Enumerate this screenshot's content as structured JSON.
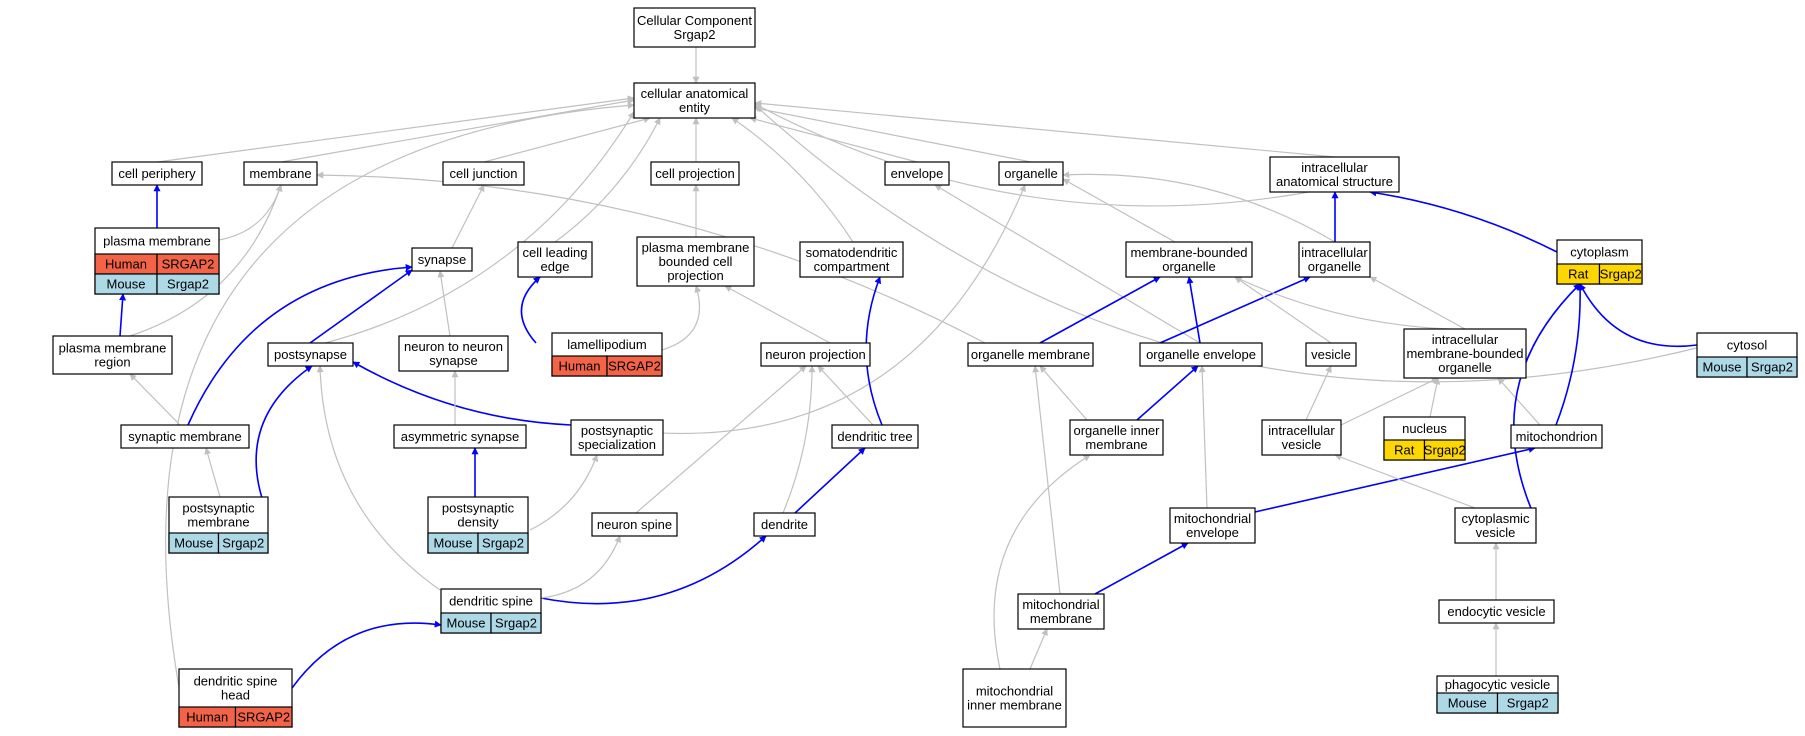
{
  "colors": {
    "human": "#f26348",
    "mouse": "#add8e6",
    "rat": "#ffd700",
    "gray_edge": "#c0c0c0",
    "blue_edge": "#0000ff"
  },
  "nodes": {
    "cc": {
      "lines": [
        "Cellular Component",
        "Srgap2"
      ],
      "tags": []
    },
    "cae": {
      "lines": [
        "cellular anatomical",
        "entity"
      ],
      "tags": []
    },
    "cellper": {
      "lines": [
        "cell periphery"
      ],
      "tags": []
    },
    "membrane": {
      "lines": [
        "membrane"
      ],
      "tags": []
    },
    "celljunc": {
      "lines": [
        "cell junction"
      ],
      "tags": []
    },
    "cellproj": {
      "lines": [
        "cell projection"
      ],
      "tags": []
    },
    "envelope": {
      "lines": [
        "envelope"
      ],
      "tags": []
    },
    "organelle": {
      "lines": [
        "organelle"
      ],
      "tags": []
    },
    "ias": {
      "lines": [
        "intracellular",
        "anatomical structure"
      ],
      "tags": []
    },
    "pm": {
      "lines": [
        "plasma membrane"
      ],
      "tags": [
        [
          "Human",
          "SRGAP2"
        ],
        [
          "Mouse",
          "Srgap2"
        ]
      ]
    },
    "synapse": {
      "lines": [
        "synapse"
      ],
      "tags": []
    },
    "cle": {
      "lines": [
        "cell leading",
        "edge"
      ],
      "tags": []
    },
    "pmbcp": {
      "lines": [
        "plasma membrane",
        "bounded cell",
        "projection"
      ],
      "tags": []
    },
    "sdc": {
      "lines": [
        "somatodendritic",
        "compartment"
      ],
      "tags": []
    },
    "mbo": {
      "lines": [
        "membrane-bounded",
        "organelle"
      ],
      "tags": []
    },
    "io": {
      "lines": [
        "intracellular",
        "organelle"
      ],
      "tags": []
    },
    "cytoplasm": {
      "lines": [
        "cytoplasm"
      ],
      "tags": [
        [
          "Rat",
          "Srgap2"
        ]
      ]
    },
    "pmr": {
      "lines": [
        "plasma membrane",
        "region"
      ],
      "tags": []
    },
    "postsyn": {
      "lines": [
        "postsynapse"
      ],
      "tags": []
    },
    "n2n": {
      "lines": [
        "neuron to neuron",
        "synapse"
      ],
      "tags": []
    },
    "lamelli": {
      "lines": [
        "lamellipodium"
      ],
      "tags": [
        [
          "Human",
          "SRGAP2"
        ]
      ]
    },
    "nproj": {
      "lines": [
        "neuron projection"
      ],
      "tags": []
    },
    "orgmem": {
      "lines": [
        "organelle membrane"
      ],
      "tags": []
    },
    "orgenv": {
      "lines": [
        "organelle envelope"
      ],
      "tags": []
    },
    "vesicle": {
      "lines": [
        "vesicle"
      ],
      "tags": []
    },
    "imbo": {
      "lines": [
        "intracellular",
        "membrane-bounded",
        "organelle"
      ],
      "tags": []
    },
    "cytosol": {
      "lines": [
        "cytosol"
      ],
      "tags": [
        [
          "Mouse",
          "Srgap2"
        ]
      ]
    },
    "synmem": {
      "lines": [
        "synaptic membrane"
      ],
      "tags": []
    },
    "asymsyn": {
      "lines": [
        "asymmetric synapse"
      ],
      "tags": []
    },
    "psspec": {
      "lines": [
        "postsynaptic",
        "specialization"
      ],
      "tags": []
    },
    "dtree": {
      "lines": [
        "dendritic tree"
      ],
      "tags": []
    },
    "oim": {
      "lines": [
        "organelle inner",
        "membrane"
      ],
      "tags": []
    },
    "iv": {
      "lines": [
        "intracellular",
        "vesicle"
      ],
      "tags": []
    },
    "nucleus": {
      "lines": [
        "nucleus"
      ],
      "tags": [
        [
          "Rat",
          "Srgap2"
        ]
      ]
    },
    "mito": {
      "lines": [
        "mitochondrion"
      ],
      "tags": []
    },
    "psmem": {
      "lines": [
        "postsynaptic",
        "membrane"
      ],
      "tags": [
        [
          "Mouse",
          "Srgap2"
        ]
      ]
    },
    "psd": {
      "lines": [
        "postsynaptic",
        "density"
      ],
      "tags": [
        [
          "Mouse",
          "Srgap2"
        ]
      ]
    },
    "nspine": {
      "lines": [
        "neuron spine"
      ],
      "tags": []
    },
    "dendrite": {
      "lines": [
        "dendrite"
      ],
      "tags": []
    },
    "mitoenv": {
      "lines": [
        "mitochondrial",
        "envelope"
      ],
      "tags": []
    },
    "cytoves": {
      "lines": [
        "cytoplasmic",
        "vesicle"
      ],
      "tags": []
    },
    "dspine": {
      "lines": [
        "dendritic spine"
      ],
      "tags": [
        [
          "Mouse",
          "Srgap2"
        ]
      ]
    },
    "mitomem": {
      "lines": [
        "mitochondrial",
        "membrane"
      ],
      "tags": []
    },
    "endo": {
      "lines": [
        "endocytic vesicle"
      ],
      "tags": []
    },
    "dsh": {
      "lines": [
        "dendritic spine",
        "head"
      ],
      "tags": [
        [
          "Human",
          "SRGAP2"
        ]
      ]
    },
    "mim": {
      "lines": [
        "mitochondrial",
        "inner membrane"
      ],
      "tags": []
    },
    "phago": {
      "lines": [
        "phagocytic vesicle"
      ],
      "tags": [
        [
          "Mouse",
          "Srgap2"
        ]
      ]
    }
  }
}
